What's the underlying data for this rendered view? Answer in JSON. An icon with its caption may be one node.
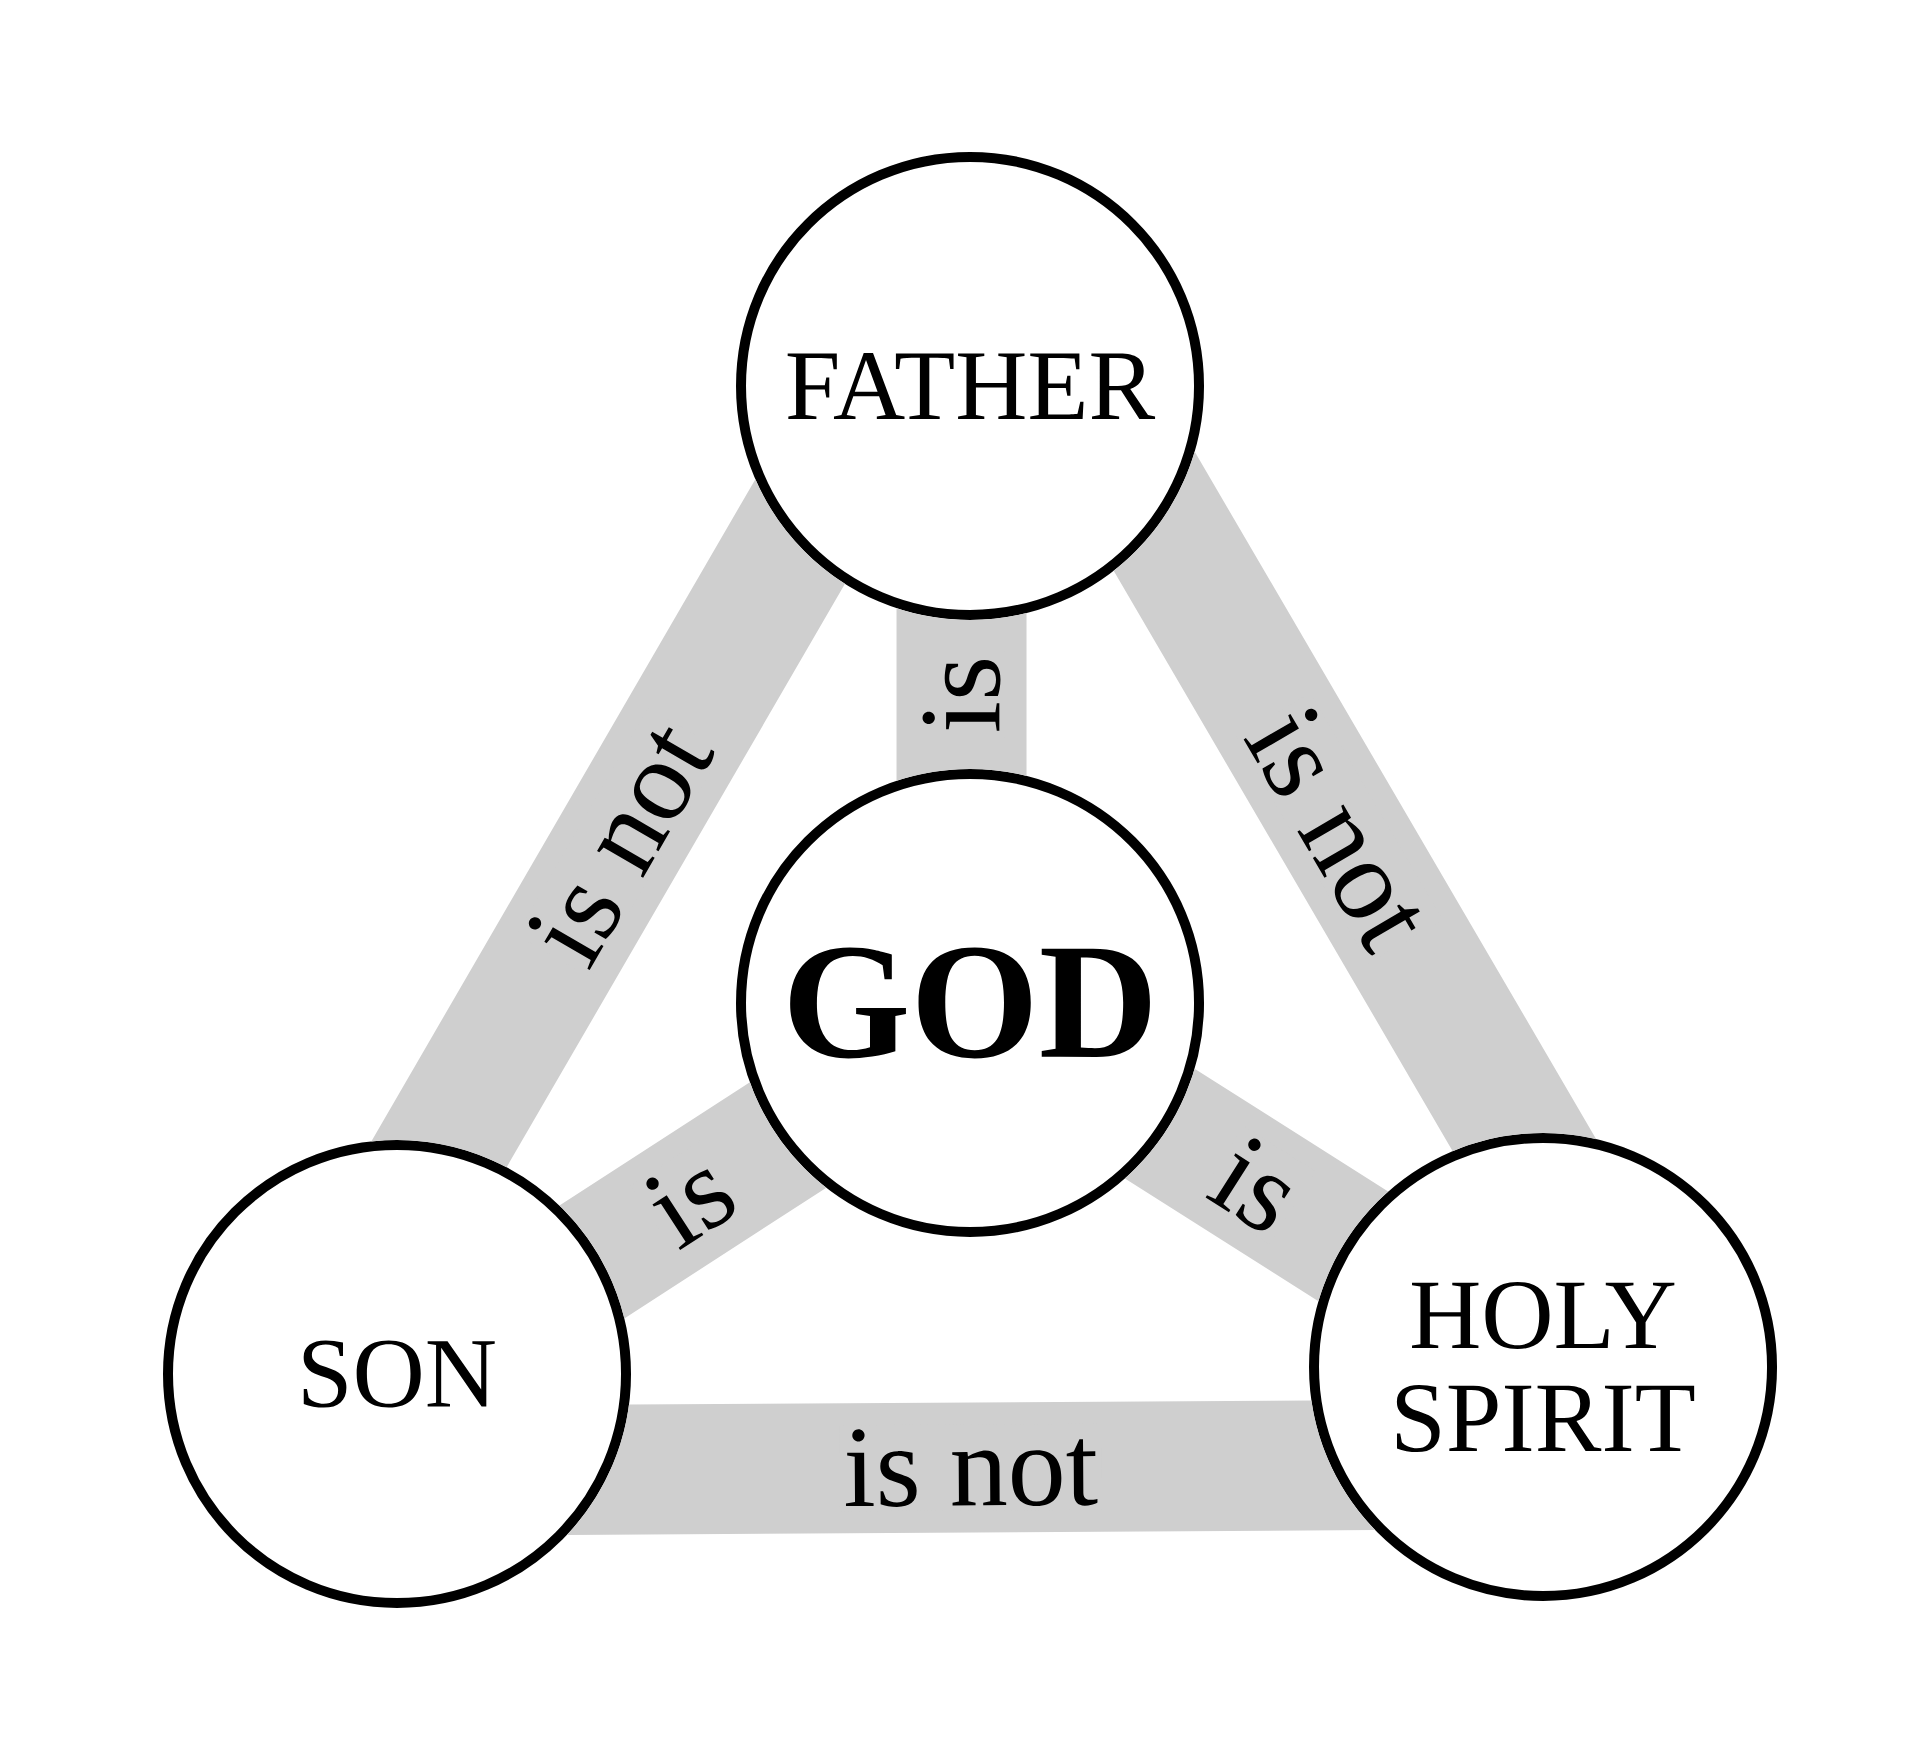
{
  "diagram": {
    "nodes": [
      {
        "text": [
          "FATHER"
        ]
      },
      {
        "text": [
          "GOD"
        ]
      },
      {
        "text": [
          "SON"
        ]
      },
      {
        "text": [
          "HOLY SPIRIT"
        ]
      }
    ],
    "edges": [
      {
        "from": 0,
        "to": 2,
        "arrow": "none",
        "label": "is not"
      },
      {
        "from": 0,
        "to": 1,
        "arrow": "none",
        "label": "is"
      },
      {
        "from": 0,
        "to": 3,
        "arrow": "none",
        "label": "is not"
      },
      {
        "from": 2,
        "to": 1,
        "arrow": "none",
        "label": "is"
      },
      {
        "from": 3,
        "to": 1,
        "arrow": "none",
        "label": "is"
      },
      {
        "from": 2,
        "to": 3,
        "arrow": "none",
        "label": "is not"
      }
    ]
  }
}
